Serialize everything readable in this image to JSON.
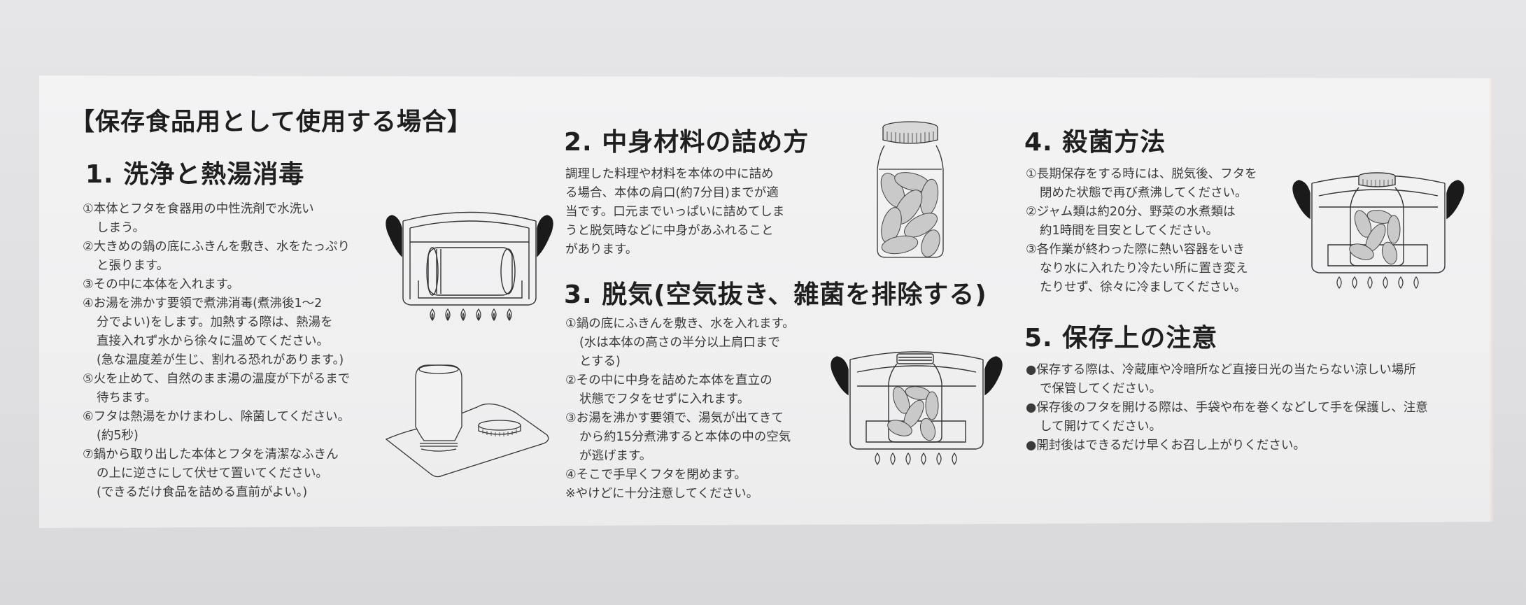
{
  "document": {
    "title": "【保存食品用として使用する場合】",
    "sections": [
      {
        "heading": "1. 洗浄と熱湯消毒",
        "lines": [
          "①本体とフタを食器用の中性洗剤で水洗い",
          "しまう。",
          "②大きめの鍋の底にふきんを敷き、水をたっぷり",
          "と張ります。",
          "③その中に本体を入れます。",
          "④お湯を沸かす要領で煮沸消毒(煮沸後1～2",
          "分でよい)をします。加熱する際は、熱湯を",
          "直接入れず水から徐々に温めてください。",
          "(急な温度差が生じ、割れる恐れがあります。)",
          "⑤火を止めて、自然のまま湯の温度が下がるまで",
          "待ちます。",
          "⑥フタは熱湯をかけまわし、除菌してください。",
          "(約5秒)",
          "⑦鍋から取り出した本体とフタを清潔なふきん",
          "の上に逆さにして伏せて置いてください。",
          "(できるだけ食品を詰める直前がよい。)"
        ]
      },
      {
        "heading": "2. 中身材料の詰め方",
        "lines": [
          "調理した料理や材料を本体の中に詰め",
          "る場合、本体の肩口(約7分目)までが適",
          "当です。口元までいっぱいに詰めてしま",
          "うと脱気時などに中身があふれること",
          "があります。"
        ]
      },
      {
        "heading": "3. 脱気(空気抜き、雑菌を排除する)",
        "lines": [
          "①鍋の底にふきんを敷き、水を入れます。",
          "(水は本体の高さの半分以上肩口まで",
          "とする)",
          "②その中に中身を詰めた本体を直立の",
          "状態でフタをせずに入れます。",
          "③お湯を沸かす要領で、湯気が出てきて",
          "から約15分煮沸すると本体の中の空気",
          "が逃げます。",
          "④そこで手早くフタを閉めます。",
          "※やけどに十分注意してください。"
        ]
      },
      {
        "heading": "4. 殺菌方法",
        "lines": [
          "①長期保存をする時には、脱気後、フタを",
          "閉めた状態で再び煮沸してください。",
          "②ジャム類は約20分、野菜の水煮類は",
          "約1時間を目安としてください。",
          "③各作業が終わった際に熱い容器をいき",
          "なり水に入れたり冷たい所に置き変え",
          "たりせず、徐々に冷ましてください。"
        ]
      },
      {
        "heading": "5. 保存上の注意",
        "lines": [
          "●保存する際は、冷蔵庫や冷暗所など直接日光の当たらない涼しい場所",
          "で保管してください。",
          "●保存後のフタを開ける際は、手袋や布を巻くなどして手を保護し、注意",
          "して開けてください。",
          "●開封後はできるだけ早くお召し上がりください。"
        ]
      }
    ],
    "illustrations": [
      "pot-with-jar-lying-icon",
      "upside-down-jar-on-cloth-icon",
      "filled-jar-with-beans-icon",
      "pot-with-open-jar-icon",
      "pot-with-closed-jar-icon"
    ]
  },
  "colors": {
    "background": "#e2e2e4",
    "paper": "#f1f1f2",
    "ink": "#2a2a2a",
    "body_text": "#3a3a3a",
    "handle": "#1a1a1a",
    "bean_fill": "#c9c9c9"
  }
}
